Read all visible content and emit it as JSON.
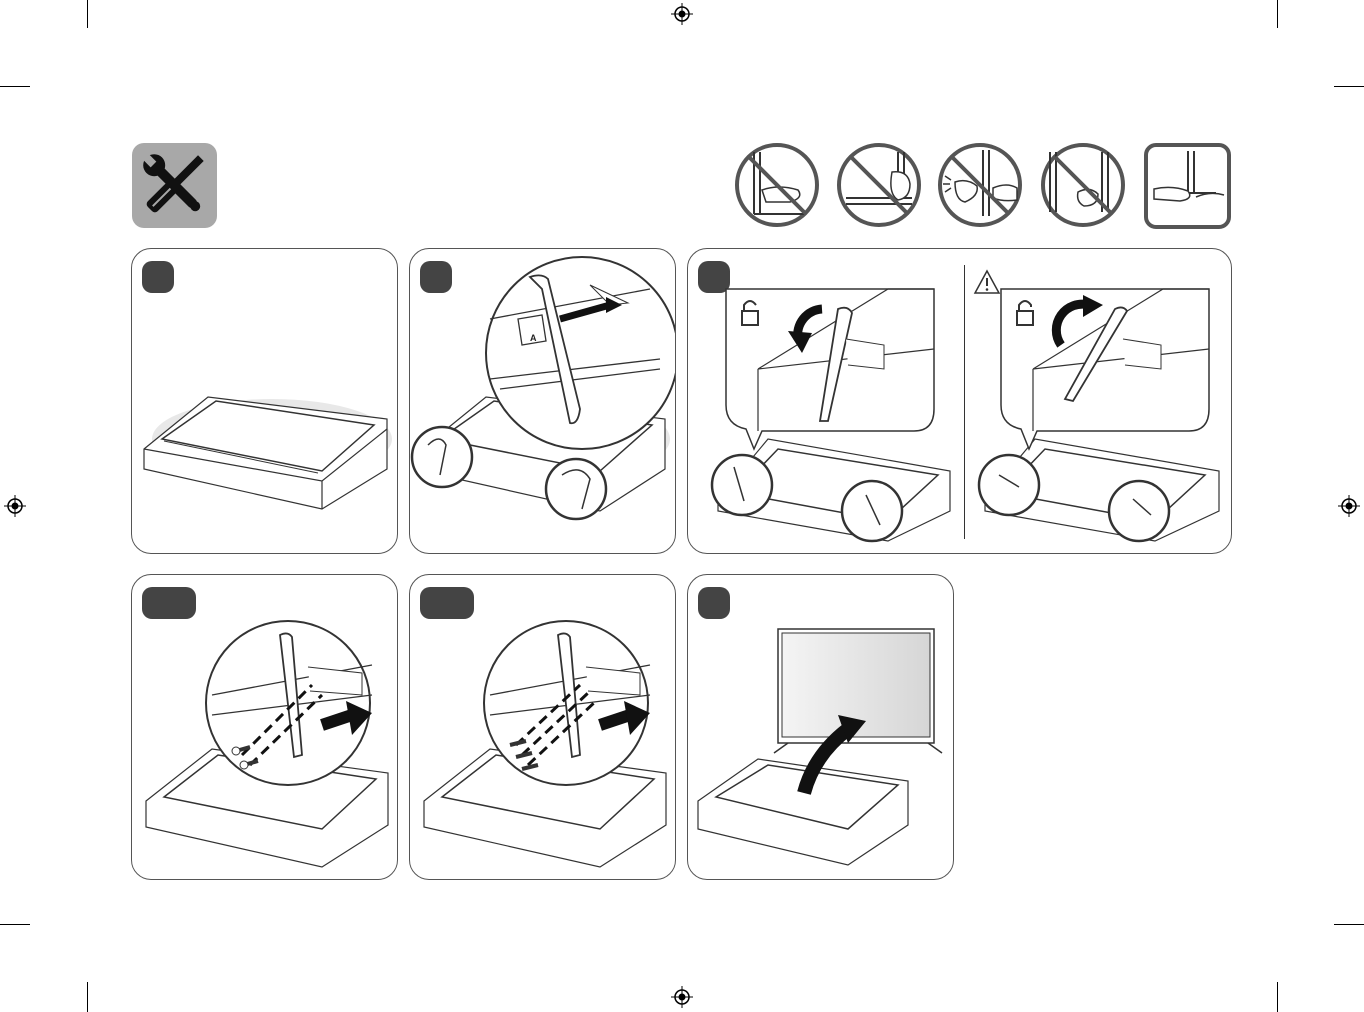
{
  "colors": {
    "line": "#333333",
    "badge": "#444444",
    "tool_bg": "#a8a8a8",
    "prohibit_red": "#555555",
    "screen_fill": "#e3e3e3"
  },
  "header": {
    "tools_icon": "tools-icon",
    "prohibit_icons": [
      "no-grip-bottom-icon",
      "no-grip-side-icon",
      "no-press-screen-icon",
      "no-grip-curve-icon"
    ],
    "allowed_icon": "hold-bottom-icon"
  },
  "steps": [
    {
      "badge": "",
      "label": "lay-tv-on-box"
    },
    {
      "badge": "",
      "label": "fit-stand-legs"
    },
    {
      "badge": "",
      "label": "rotate-stand-lock"
    },
    {
      "badge": "",
      "label": "screws-type-a"
    },
    {
      "badge": "",
      "label": "screws-type-b"
    },
    {
      "badge": "",
      "label": "lift-tv-upright"
    }
  ],
  "step2": {
    "stand_tag": "A"
  },
  "step3": {
    "warning_icon": "warning-triangle-icon",
    "lock_icon": "unlock-icon"
  }
}
